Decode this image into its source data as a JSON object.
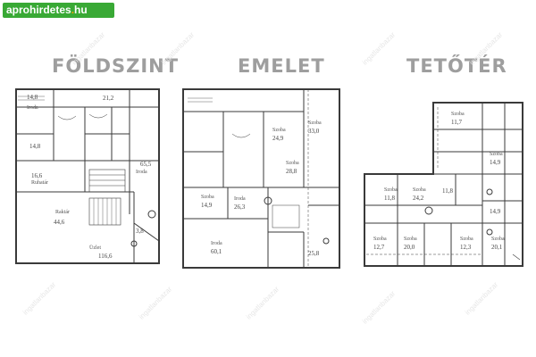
{
  "logo": {
    "prefix": "aprohirdetes",
    "dot": ".",
    "suffix": "hu"
  },
  "headings": [
    "FÖLDSZINT",
    "EMELET",
    "TETŐTÉR"
  ],
  "watermark": "ingatlanbazar",
  "plans": {
    "foldszint": {
      "rooms": [
        "Iroda",
        "Raktár",
        "Üzlet",
        "Ruhatár",
        "Iroda"
      ],
      "areas": [
        "14,8",
        "21,2",
        "14,8",
        "16,6",
        "44,6",
        "65,5",
        "116,6",
        "3,8"
      ]
    },
    "emelet": {
      "rooms": [
        "Szoba",
        "Szoba",
        "Szoba",
        "Szoba",
        "Iroda",
        "Iroda"
      ],
      "areas": [
        "33,0",
        "24,9",
        "28,8",
        "14,9",
        "26,3",
        "25,8",
        "60,1"
      ]
    },
    "teteter": {
      "rooms": [
        "Szoba",
        "Szoba",
        "Szoba",
        "Szoba",
        "Szoba",
        "Szoba",
        "Szoba",
        "Szoba"
      ],
      "areas": [
        "11,8",
        "24,2",
        "14,9",
        "11,8",
        "12,7",
        "20,0",
        "12,3",
        "20,1",
        "11,7",
        "14,9"
      ]
    }
  },
  "colors": {
    "logo_bg": "#39a935",
    "logo_accent": "#f4a000",
    "heading": "#9e9e9e",
    "plan_line": "#3a3a3a"
  }
}
